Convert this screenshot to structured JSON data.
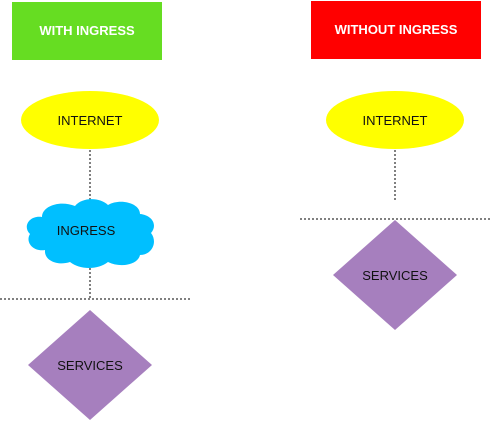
{
  "left_panel": {
    "header": "WITH INGRESS",
    "internet": "INTERNET",
    "ingress": "INGRESS",
    "services": "SERVICES"
  },
  "right_panel": {
    "header": "WITHOUT INGRESS",
    "internet": "INTERNET",
    "services": "SERVICES"
  },
  "colors": {
    "with_header_bg": "#66dd22",
    "without_header_bg": "#ff0000",
    "internet_fill": "#ffff00",
    "ingress_fill": "#00bfff",
    "services_fill": "#a67fbe",
    "connector": "#000000"
  }
}
